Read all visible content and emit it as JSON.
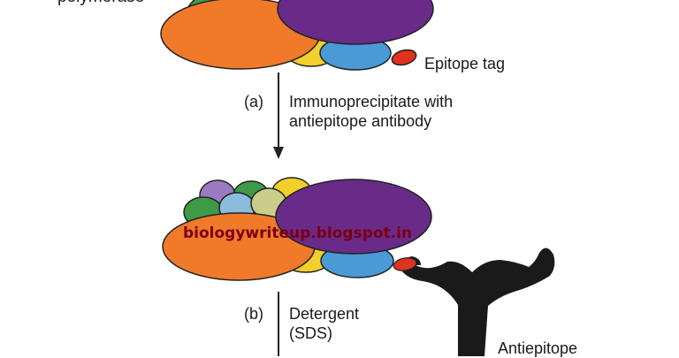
{
  "labels": {
    "polymerase_partial": "polymerase",
    "epitope_tag": "Epitope tag",
    "step_a_letter": "(a)",
    "step_a_line1": "Immunoprecipitate with",
    "step_a_line2": "antiepitope antibody",
    "step_b_letter": "(b)",
    "step_b_line1": "Detergent",
    "step_b_line2": "(SDS)",
    "antiepitope_partial": "Antiepitope"
  },
  "watermark": "biologywriteup.blogspot.in",
  "colors": {
    "orange": "#f07a2a",
    "purple": "#6a2a88",
    "yellow": "#f2cf2a",
    "blue": "#4a9ad6",
    "green": "#3f9a48",
    "red_tag": "#e0321e",
    "lavender": "#9a7ac0",
    "light_blue": "#8cbcdc",
    "olive": "#c9cf8a",
    "antibody": "#1a1a1a",
    "arrow": "#222222",
    "watermark": "#7a0010"
  }
}
